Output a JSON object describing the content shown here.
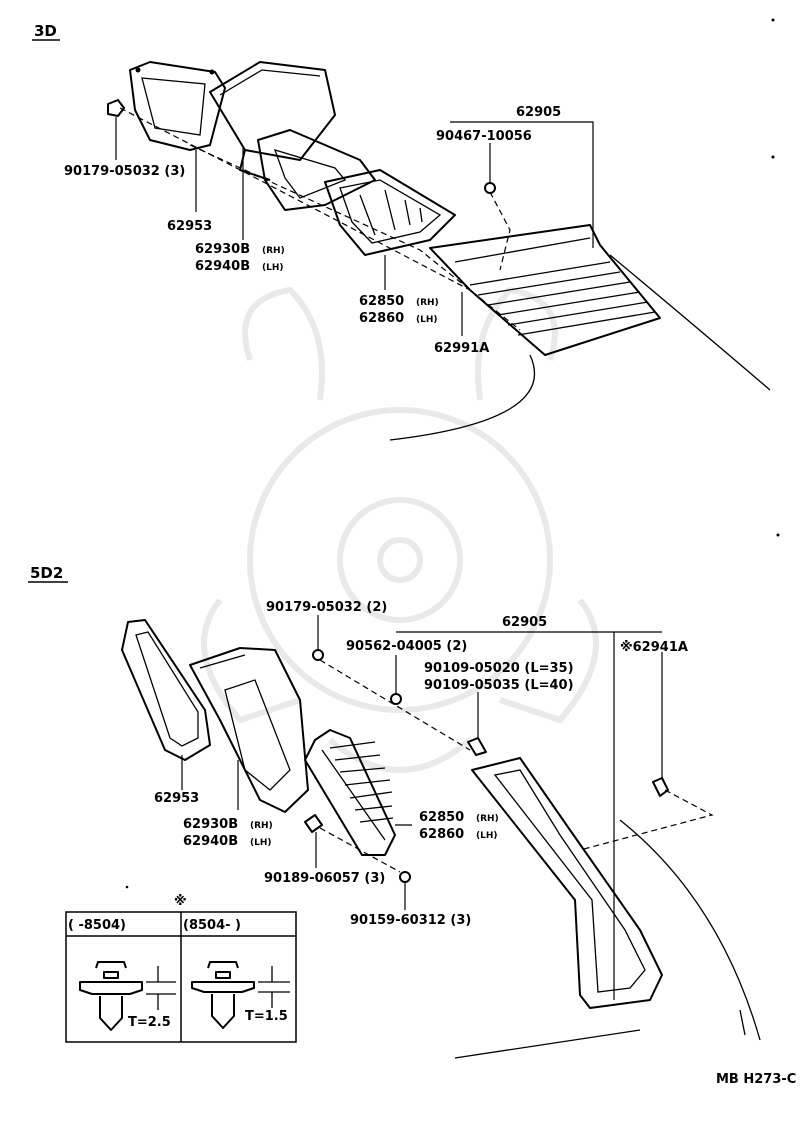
{
  "sections": {
    "top": {
      "label": "3D"
    },
    "bottom": {
      "label": "5D2"
    }
  },
  "top_labels": {
    "assy": "62905",
    "screw": "90467-10056",
    "nut": "90179-05032 (3)",
    "gasket": "62953",
    "duct_rh": "62930B",
    "duct_rh_side": "(RH)",
    "duct_lh": "62940B",
    "duct_lh_side": "(LH)",
    "grille_rh": "62850",
    "grille_rh_side": "(RH)",
    "grille_lh": "62860",
    "grille_lh_side": "(LH)",
    "louver": "62991A"
  },
  "bottom_labels": {
    "assy": "62905",
    "nut": "90179-05032 (2)",
    "washer": "90562-04005 (2)",
    "clip_a": "90109-05020 (L=35)",
    "clip_b": "90109-05035 (L=40)",
    "clip_marked": "※62941A",
    "gasket": "62953",
    "duct_rh": "62930B",
    "duct_rh_side": "(RH)",
    "duct_lh": "62940B",
    "duct_lh_side": "(LH)",
    "grille_rh": "62850",
    "grille_rh_side": "(RH)",
    "grille_lh": "62860",
    "grille_lh_side": "(LH)",
    "clip_c": "90189-06057 (3)",
    "screw": "90159-60312 (3)"
  },
  "inset": {
    "marker": "※",
    "col_left_header": "(       -8504)",
    "col_right_header": "(8504-        )",
    "left_value": "T=2.5",
    "right_value": "T=1.5"
  },
  "footer": {
    "code": "MB H273-C"
  }
}
